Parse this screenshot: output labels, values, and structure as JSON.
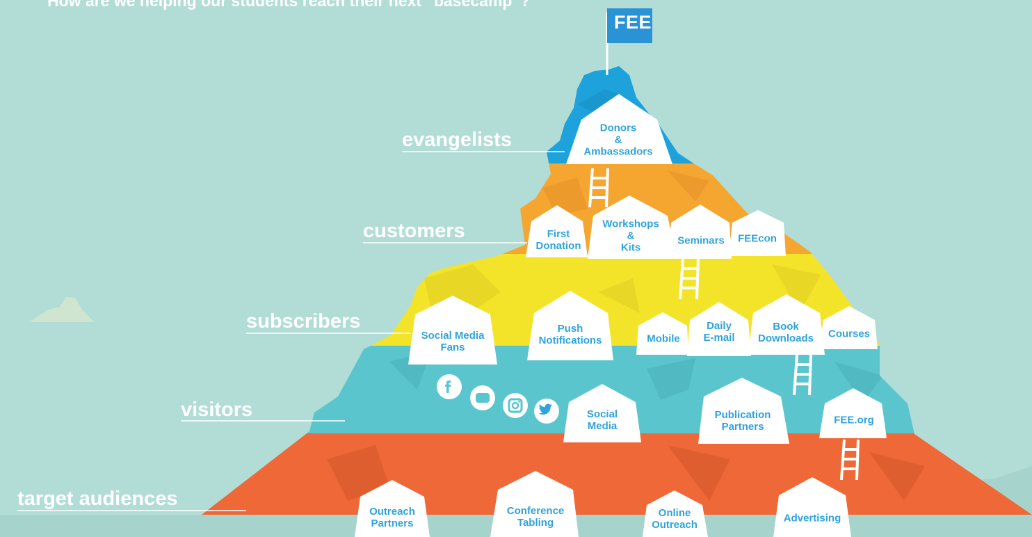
{
  "headline": "How are we helping our students reach their next “basecamp”?",
  "flag_text": "FEE",
  "tiers": [
    {
      "label": "evangelists",
      "color": "#1da2dc"
    },
    {
      "label": "customers",
      "color": "#f4a631"
    },
    {
      "label": "subscribers",
      "color": "#f3e42a"
    },
    {
      "label": "visitors",
      "color": "#5bc5ce"
    },
    {
      "label": "target audiences",
      "color": "#ef6837"
    }
  ],
  "tents": {
    "donors": "Donors\n&\nAmbassadors",
    "first_donation": "First\nDonation",
    "workshops": "Workshops\n&\nKits",
    "seminars": "Seminars",
    "feecon": "FEEcon",
    "social_media_fans": "Social Media\nFans",
    "push_notifications": "Push\nNotifications",
    "mobile": "Mobile",
    "daily_email": "Daily\nE-mail",
    "book_downloads": "Book\nDownloads",
    "courses": "Courses",
    "social_media": "Social\nMedia",
    "publication_partners": "Publication\nPartners",
    "fee_org": "FEE.org",
    "outreach_partners": "Outreach\nPartners",
    "conference_tabling": "Conference\nTabling",
    "online_outreach": "Online\nOutreach",
    "advertising": "Advertising"
  },
  "social_icons": [
    "facebook-icon",
    "youtube-icon",
    "instagram-icon",
    "twitter-icon"
  ],
  "colors": {
    "background": "#b2ddd7",
    "tent_text": "#2fa3dc",
    "white": "#ffffff"
  }
}
